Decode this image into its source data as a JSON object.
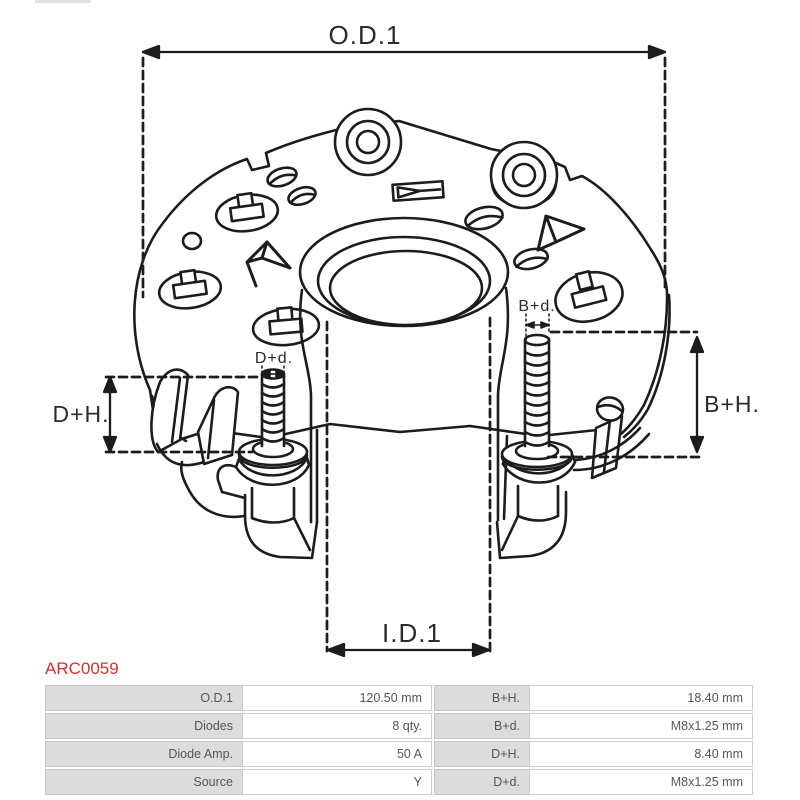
{
  "part_number": "ARC0059",
  "drawing": {
    "labels": {
      "od1": "O.D.1",
      "id1": "I.D.1",
      "dh": "D+H.",
      "bh": "B+H.",
      "dd": "D+d.",
      "bd": "B+d."
    }
  },
  "spec_table": {
    "rows": [
      {
        "l1": "O.D.1",
        "v1": "120.50 mm",
        "l2": "B+H.",
        "v2": "18.40 mm"
      },
      {
        "l1": "Diodes",
        "v1": "8 qty.",
        "l2": "B+d.",
        "v2": "M8x1.25 mm"
      },
      {
        "l1": "Diode Amp.",
        "v1": "50 A",
        "l2": "D+H.",
        "v2": "8.40 mm"
      },
      {
        "l1": "Source",
        "v1": "Y",
        "l2": "D+d.",
        "v2": "M8x1.25 mm"
      }
    ]
  },
  "colors": {
    "part_number_red": "#cc3333",
    "line_dark": "#1c1c1c",
    "table_label_bg": "#dcdcdc",
    "table_border": "#cccccc",
    "table_text": "#555555"
  }
}
